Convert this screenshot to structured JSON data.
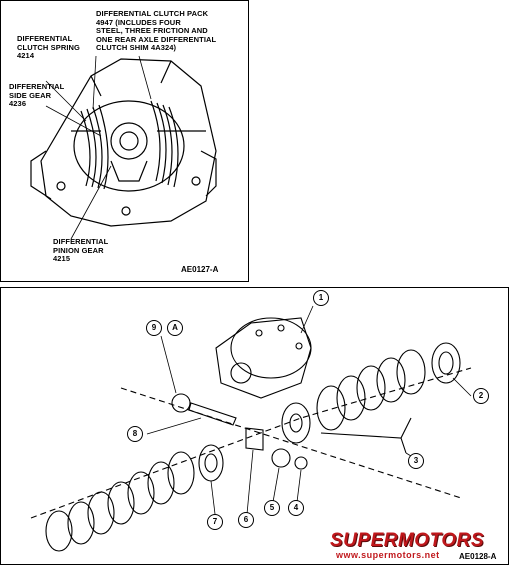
{
  "top": {
    "clutch_pack_label": "DIFFERENTIAL CLUTCH PACK\n4947 (INCLUDES FOUR\nSTEEL, THREE FRICTION AND\nONE REAR AXLE DIFFERENTIAL\nCLUTCH SHIM 4A324)",
    "spring_label": "DIFFERENTIAL\nCLUTCH SPRING\n4214",
    "side_gear_label": "DIFFERENTIAL\nSIDE GEAR\n4236",
    "pinion_label": "DIFFERENTIAL\nPINION GEAR\n4215",
    "figure_code": "AE0127-A"
  },
  "bottom": {
    "callouts": [
      "1",
      "2",
      "3",
      "4",
      "5",
      "6",
      "7",
      "8",
      "9",
      "A"
    ],
    "figure_code": "AE0128-A"
  },
  "watermark": {
    "brand": "SUPERMOTORS",
    "url": "www.supermotors.net"
  }
}
